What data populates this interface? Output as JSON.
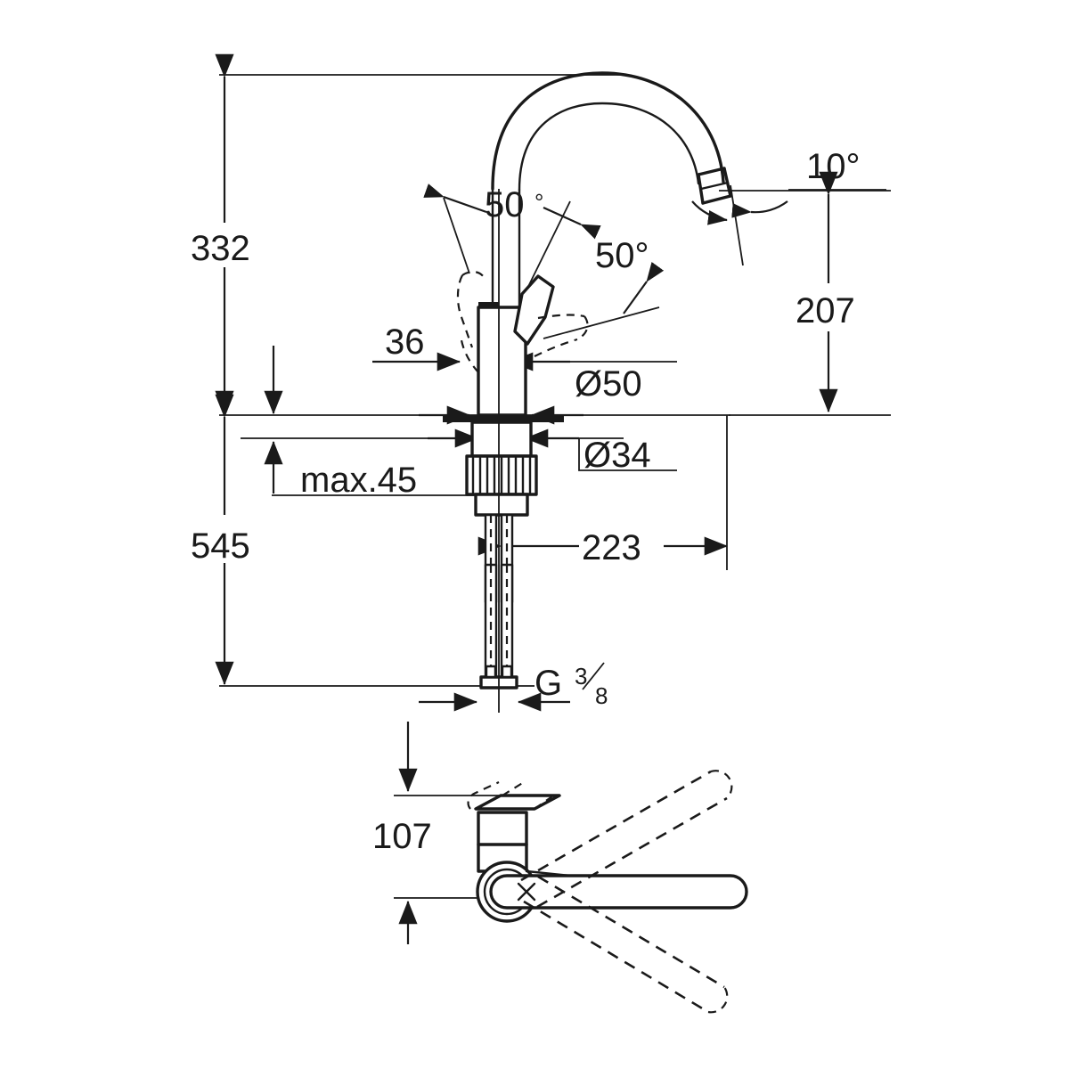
{
  "drawing": {
    "title": "Single-lever kitchen sink mixer dimensional drawing",
    "units": "mm",
    "line_color": "#1a1a1a",
    "background_color": "#ffffff"
  },
  "dimensions": {
    "overall_height": "332",
    "total_length": "545",
    "spout_height": "207",
    "spout_reach": "223",
    "handle_clearance": "107",
    "lever_offset": "36",
    "max_deck_thickness": "max.45",
    "escutcheon_diameter": "Ø50",
    "shank_diameter": "Ø34",
    "connection_thread": "G",
    "thread_numerator": "3",
    "thread_denominator": "8"
  },
  "angles": {
    "lever_open_left": "50",
    "lever_open_left_unit": "°",
    "lever_open_right": "50°",
    "aerator_tilt": "10°"
  },
  "views": {
    "front_elevation": "front-elevation-view",
    "plan_handle": "plan-handle-view"
  }
}
